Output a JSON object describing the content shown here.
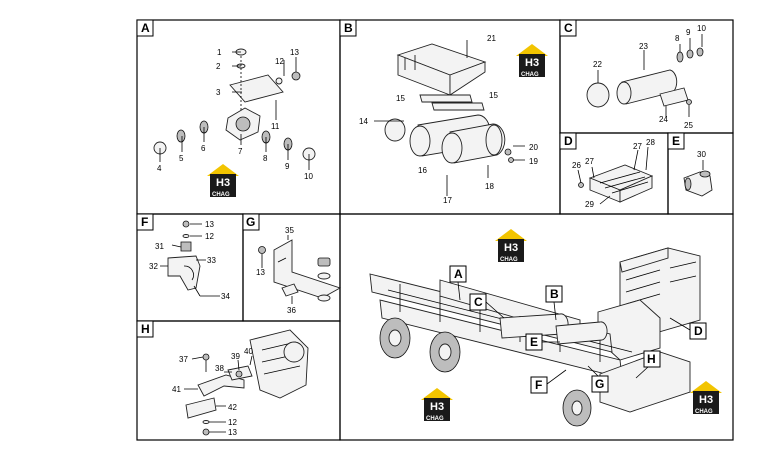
{
  "logo": {
    "mark": "H3",
    "text": "CHAG",
    "color_dark": "#1a1a1a",
    "color_accent": "#f2c400"
  },
  "panels": {
    "A": {
      "letter": "A",
      "labels": [
        "1",
        "2",
        "3",
        "4",
        "5",
        "6",
        "7",
        "8",
        "9",
        "10",
        "11",
        "12",
        "13"
      ]
    },
    "B": {
      "letter": "B",
      "labels": [
        "14",
        "15",
        "15",
        "16",
        "17",
        "18",
        "19",
        "20",
        "21"
      ]
    },
    "C": {
      "letter": "C",
      "labels": [
        "8",
        "9",
        "10",
        "22",
        "23",
        "24",
        "25"
      ]
    },
    "D": {
      "letter": "D",
      "labels": [
        "26",
        "27",
        "27",
        "28",
        "29"
      ]
    },
    "E": {
      "letter": "E",
      "labels": [
        "30"
      ]
    },
    "F": {
      "letter": "F",
      "labels": [
        "13",
        "12",
        "31",
        "32",
        "33",
        "34"
      ]
    },
    "G": {
      "letter": "G",
      "labels": [
        "35",
        "13",
        "36"
      ]
    },
    "H": {
      "letter": "H",
      "labels": [
        "37",
        "38",
        "39",
        "40",
        "41",
        "42",
        "12",
        "13"
      ]
    }
  },
  "truck_callouts": [
    "A",
    "B",
    "C",
    "D",
    "E",
    "F",
    "G",
    "H"
  ]
}
